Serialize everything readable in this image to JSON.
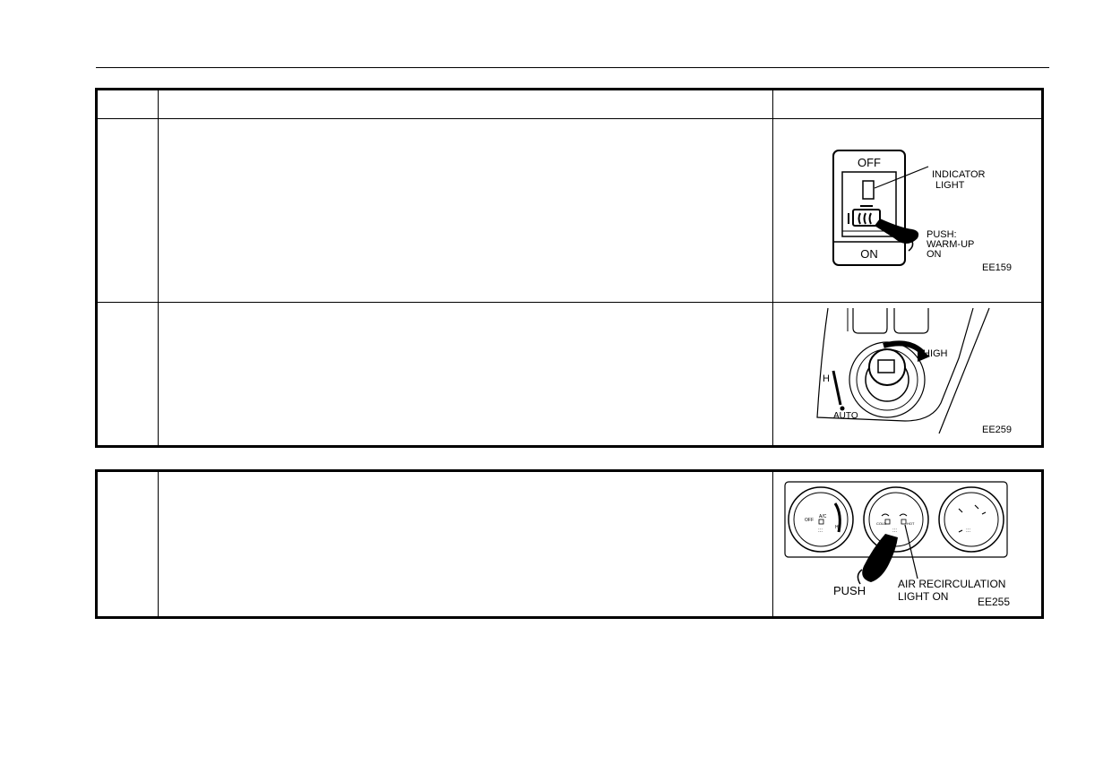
{
  "figures": {
    "warmup_switch": {
      "off_label": "OFF",
      "on_label": "ON",
      "indicator_label_line1": "INDICATOR",
      "indicator_label_line2": "LIGHT",
      "push_label_line1": "PUSH:",
      "push_label_line2": "WARM-UP",
      "push_label_line3": "ON",
      "code": "EE159"
    },
    "idle_knob": {
      "high_label": "HIGH",
      "h_label": "H",
      "auto_label": "AUTO",
      "code": "EE259"
    },
    "air_recirc": {
      "push_label": "PUSH",
      "light_label_line1": "AIR RECIRCULATION",
      "light_label_line2": "LIGHT ON",
      "code": "EE255",
      "dial1_off": "OFF",
      "dial1_ac": "A/C",
      "dial1_hi": "HI",
      "dial2_cold": "COLD",
      "dial2_hot": "HOT"
    }
  }
}
